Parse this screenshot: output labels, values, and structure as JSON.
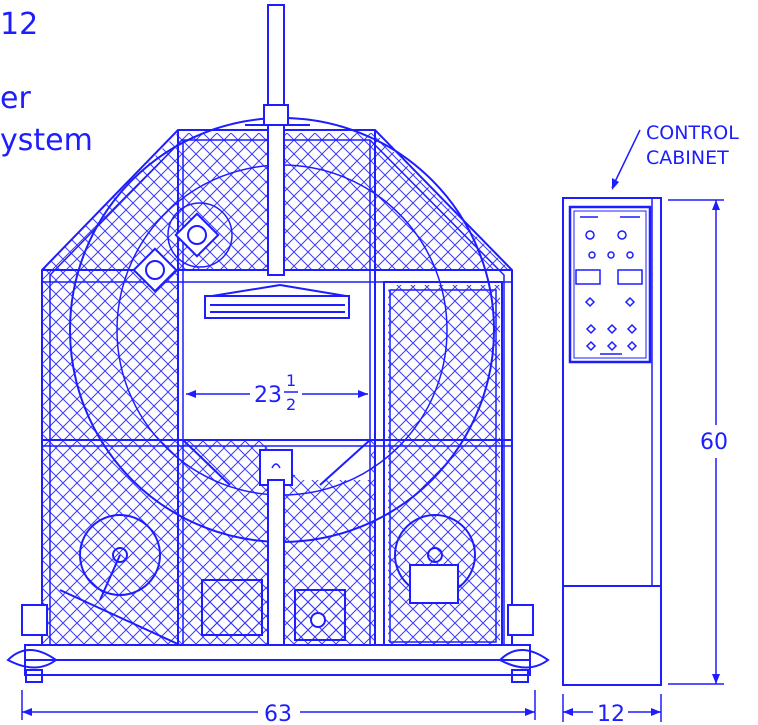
{
  "header": {
    "line1": "12",
    "line2": "er",
    "line3": "ystem"
  },
  "labels": {
    "control_line1": "CONTROL",
    "control_line2": "CABINET"
  },
  "dimensions": {
    "overall_width": "63",
    "inner_width_whole": "23",
    "inner_width_num": "1",
    "inner_width_den": "2",
    "cabinet_height": "60",
    "cabinet_width": "12"
  },
  "colors": {
    "line": "#1d1dff",
    "mesh": "#3a3aff",
    "background": "#ffffff"
  }
}
